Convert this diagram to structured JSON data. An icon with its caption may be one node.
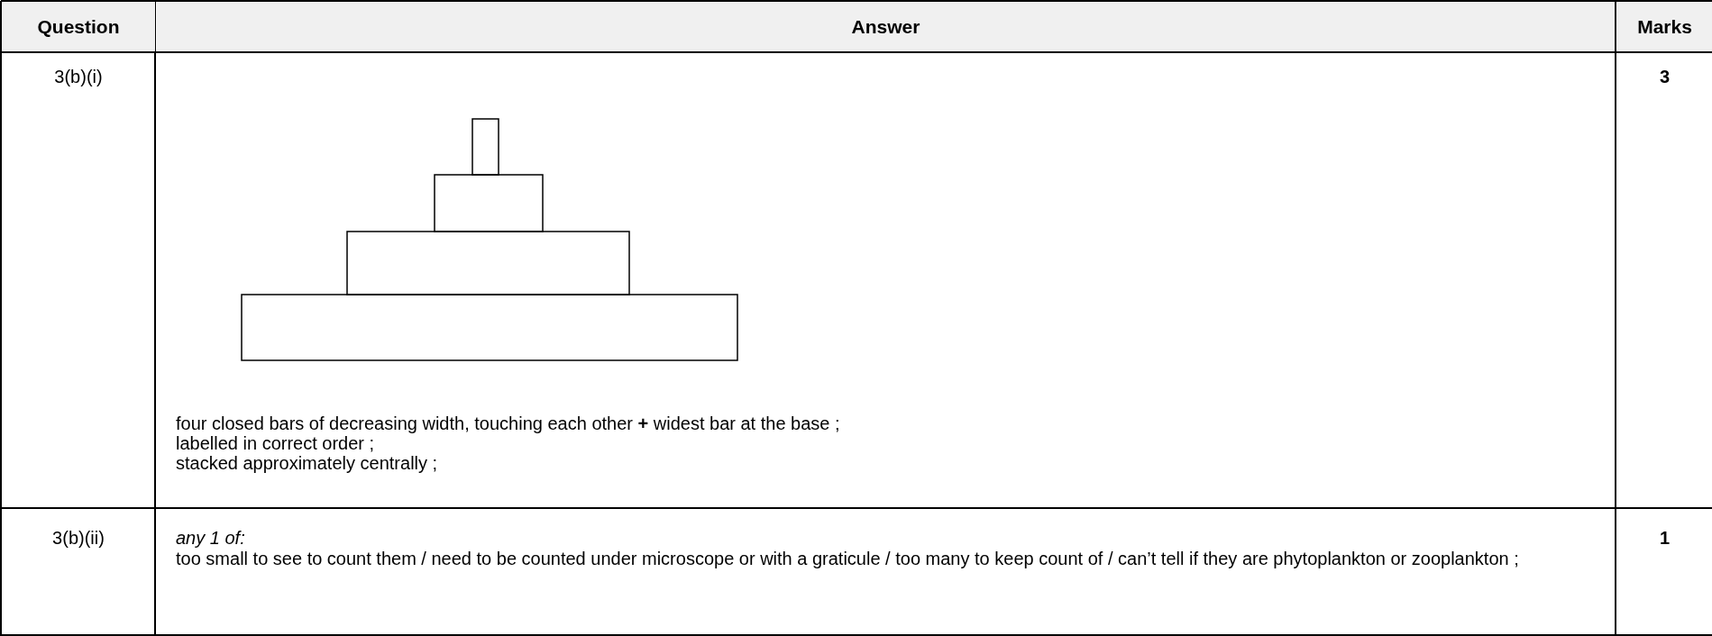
{
  "diagram": {
    "labels": [
      "Question",
      "Answer",
      "Marks",
      "3(b)(i)",
      "four closed bars of decreasing width, touching each other **+** widest bar at the base ;",
      "labelled in correct order ;",
      "stacked approximately centrally ;",
      "3",
      "3(b)(ii)",
      "any 1 of:",
      "too small to see to count them / need to be counted under microscope or with a graticule / too many to keep count of / can’t tell if they are phytoplankton or zooplankton ;",
      "1"
    ]
  }
}
